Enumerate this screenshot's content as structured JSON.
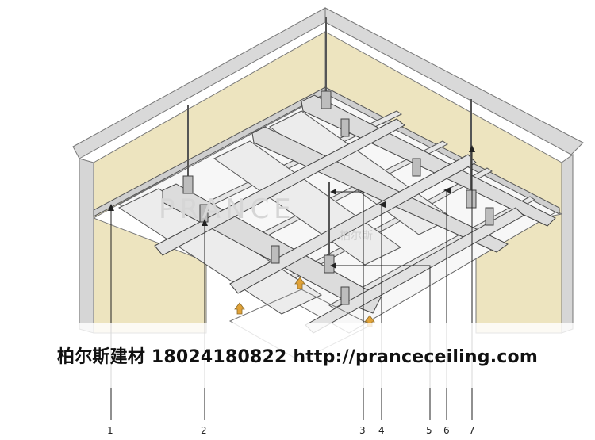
{
  "banner": {
    "text": "柏尔斯建材 18024180822 http://pranceceiling.com"
  },
  "watermark": {
    "text": "PRANCE",
    "subtext": "柏尔斯"
  },
  "callouts": [
    {
      "label": "1"
    },
    {
      "label": "2"
    },
    {
      "label": "3"
    },
    {
      "label": "4"
    },
    {
      "label": "5"
    },
    {
      "label": "6"
    },
    {
      "label": "7"
    }
  ],
  "arrows": [
    {
      "name": "up-arrow-left"
    },
    {
      "name": "up-arrow-right"
    }
  ],
  "colors": {
    "wall_face": "#ede4bf",
    "wall_edge": "#d6d6d6",
    "outline": "#555555",
    "ceiling_panel": "#f7f7f7",
    "rail": "#e6e6e6",
    "arrow": "#e0a238"
  }
}
